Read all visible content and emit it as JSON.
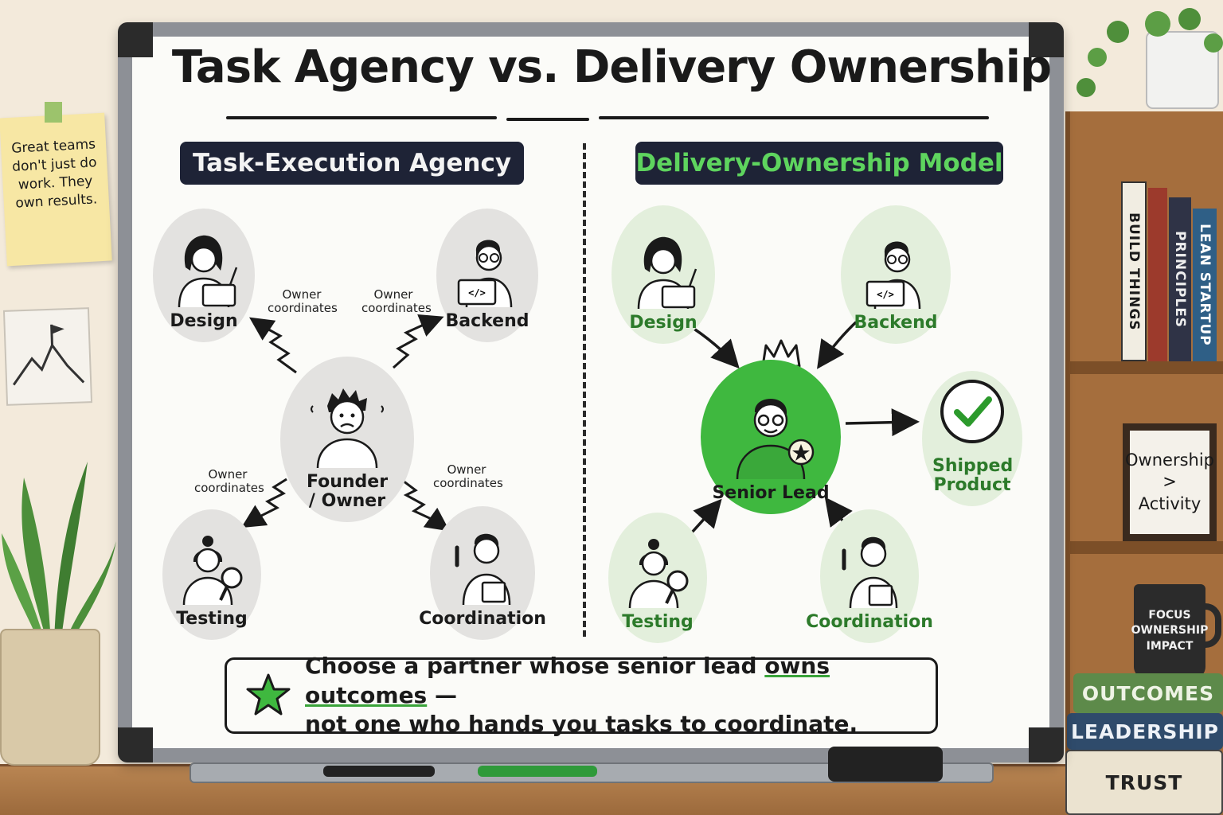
{
  "title": "Task Agency vs. Delivery Ownership",
  "left_panel": {
    "header": "Task-Execution Agency",
    "nodes": {
      "design": "Design",
      "backend": "Backend",
      "center": "Founder / Owner",
      "testing": "Testing",
      "coordination": "Coordination"
    },
    "edge_labels": [
      "Owner coordinates",
      "Owner coordinates",
      "Owner coordinates",
      "Owner coordinates"
    ]
  },
  "right_panel": {
    "header": "Delivery-Ownership Model",
    "nodes": {
      "design": "Design",
      "backend": "Backend",
      "center": "Senior Lead",
      "testing": "Testing",
      "coordination": "Coordination",
      "result": "Shipped Product"
    }
  },
  "callout": {
    "text_before": "Choose a partner whose senior lead ",
    "emphasis": "owns outcomes",
    "text_after": " —",
    "line2": "not one who hands you tasks to coordinate."
  },
  "sticky_note": "Great teams don't just do work. They own results.",
  "shelf_books": [
    "BUILD THINGS",
    "",
    "PRINCIPLES",
    "LEAN STARTUP"
  ],
  "frame_text": {
    "line1": "Ownership",
    "line2": ">",
    "line3": "Activity"
  },
  "mug_text": [
    "FOCUS",
    "OWNERSHIP",
    "IMPACT"
  ],
  "stack_books": [
    "OUTCOMES",
    "LEADERSHIP",
    "TRUST"
  ],
  "colors": {
    "accent_green": "#3fb83f",
    "header_bg": "#1e2336",
    "light_green_node": "#e3efdc",
    "gray_node": "#e3e2e0"
  }
}
